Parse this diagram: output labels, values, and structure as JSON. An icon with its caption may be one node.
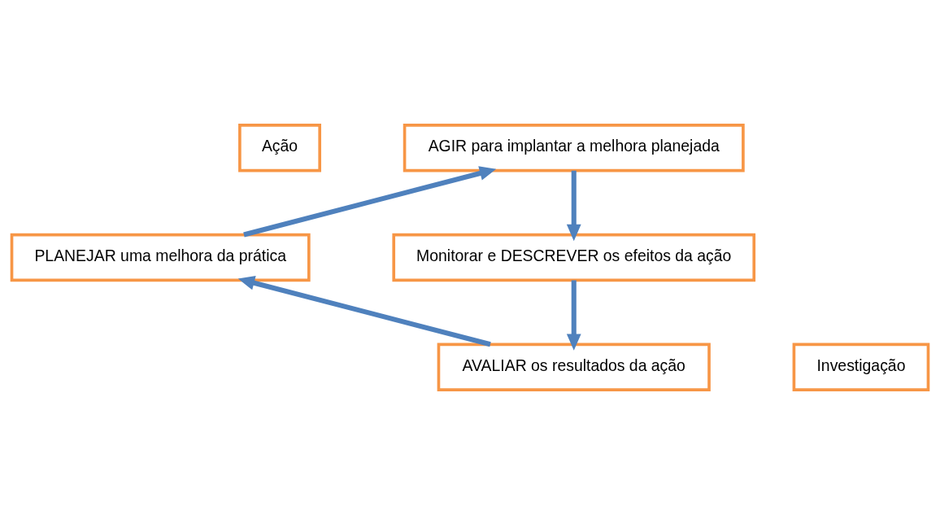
{
  "diagram": {
    "nodes": [
      {
        "text": [
          "Ação"
        ]
      },
      {
        "text": [
          "AGIR para implantar a melhora planejada"
        ]
      },
      {
        "text": [
          "Monitorar e DESCREVER os efeitos da ação"
        ]
      },
      {
        "text": [
          "AVALIAR os resultados da ação"
        ]
      },
      {
        "text": [
          "PLANEJAR uma melhora da prática"
        ]
      },
      {
        "text": [
          "Investigação"
        ]
      }
    ],
    "edges": [
      {
        "from": 4,
        "to": 1,
        "arrow": "to"
      },
      {
        "from": 1,
        "to": 2,
        "arrow": "to"
      },
      {
        "from": 2,
        "to": 3,
        "arrow": "to"
      },
      {
        "from": 3,
        "to": 4,
        "arrow": "to"
      }
    ]
  }
}
